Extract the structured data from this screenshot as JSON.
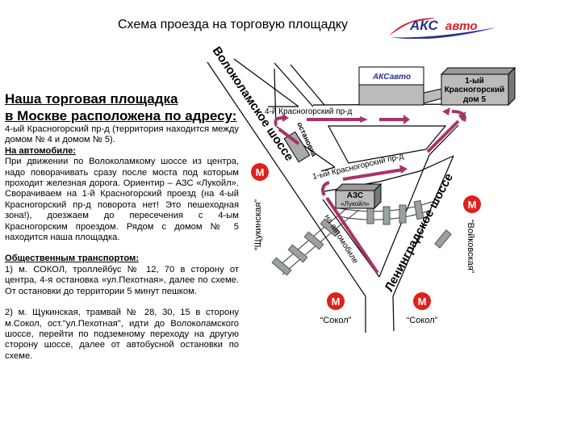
{
  "header": {
    "title": "Схема проезда на торговую площадку",
    "logo_text": "АКСавто"
  },
  "address": {
    "heading_line1": "Наша торговая площадка",
    "heading_line2": "в Москве расположена по адресу:",
    "text": "4-ый Красногорский пр-д (территория находится между домом № 4 и домом № 5)."
  },
  "by_car": {
    "heading": "На автомобиле:",
    "text": "При движении по Волоколамкому шоссе из центра, надо поворачивать сразу после моста под которым проходит железная дорога. Ориентир – АЗС «Лукойл». Сворачиваем на 1-й Красногорский проезд (на 4-ый Красногорский пр-д поворота нет! Это пешеходная зона!), доезжаем до пересечения с 4-ым Красногорским проездом. Рядом с домом № 5 находится наша площадка."
  },
  "public_transport": {
    "heading": "Общественным транспортом:",
    "item1": "1) м. СОКОЛ, троллейбус № 12, 70 в сторону от центра, 4-я остановка «ул.Пехотная», далее по схеме. От остановки до территории 5 минут пешком.",
    "item2": "2) м. Щукинская, трамвай № 28, 30, 15 в сторону м.Сокол, ост.\"ул.Пехотная\", идти до Волоколамского шоссе, перейти по подземному переходу на другую сторону шоссе, далее от автобусной остановки по схеме."
  },
  "map": {
    "volokolamskoe": "Волоколамское шоссе",
    "leningradskoe": "Ленинградское шоссе",
    "krasnogorsky4": "4-й Красногорский пр-д",
    "krasnogorsky1": "1-ый Красногорский пр-д",
    "stop": "остановка",
    "by_car": "на автомобиле",
    "azs": "АЗС",
    "lukoil": "«Лукойл»",
    "house_line1": "1-ый",
    "house_line2": "Красногорский",
    "house_line3": "дом 5",
    "building_logo": "АКСавто",
    "metro_symbol": "М",
    "metro_shchukinskaya": "“Щукинская”",
    "metro_voikovskaya": "“Войковская”",
    "metro_sokol_1": "“Сокол”",
    "metro_sokol_2": "“Сокол”"
  },
  "colors": {
    "arrow": "#a8336a",
    "metro": "#e0201c",
    "box": "#b8b8b8",
    "logo_blue": "#2a2f8f",
    "logo_red": "#d8202a"
  }
}
